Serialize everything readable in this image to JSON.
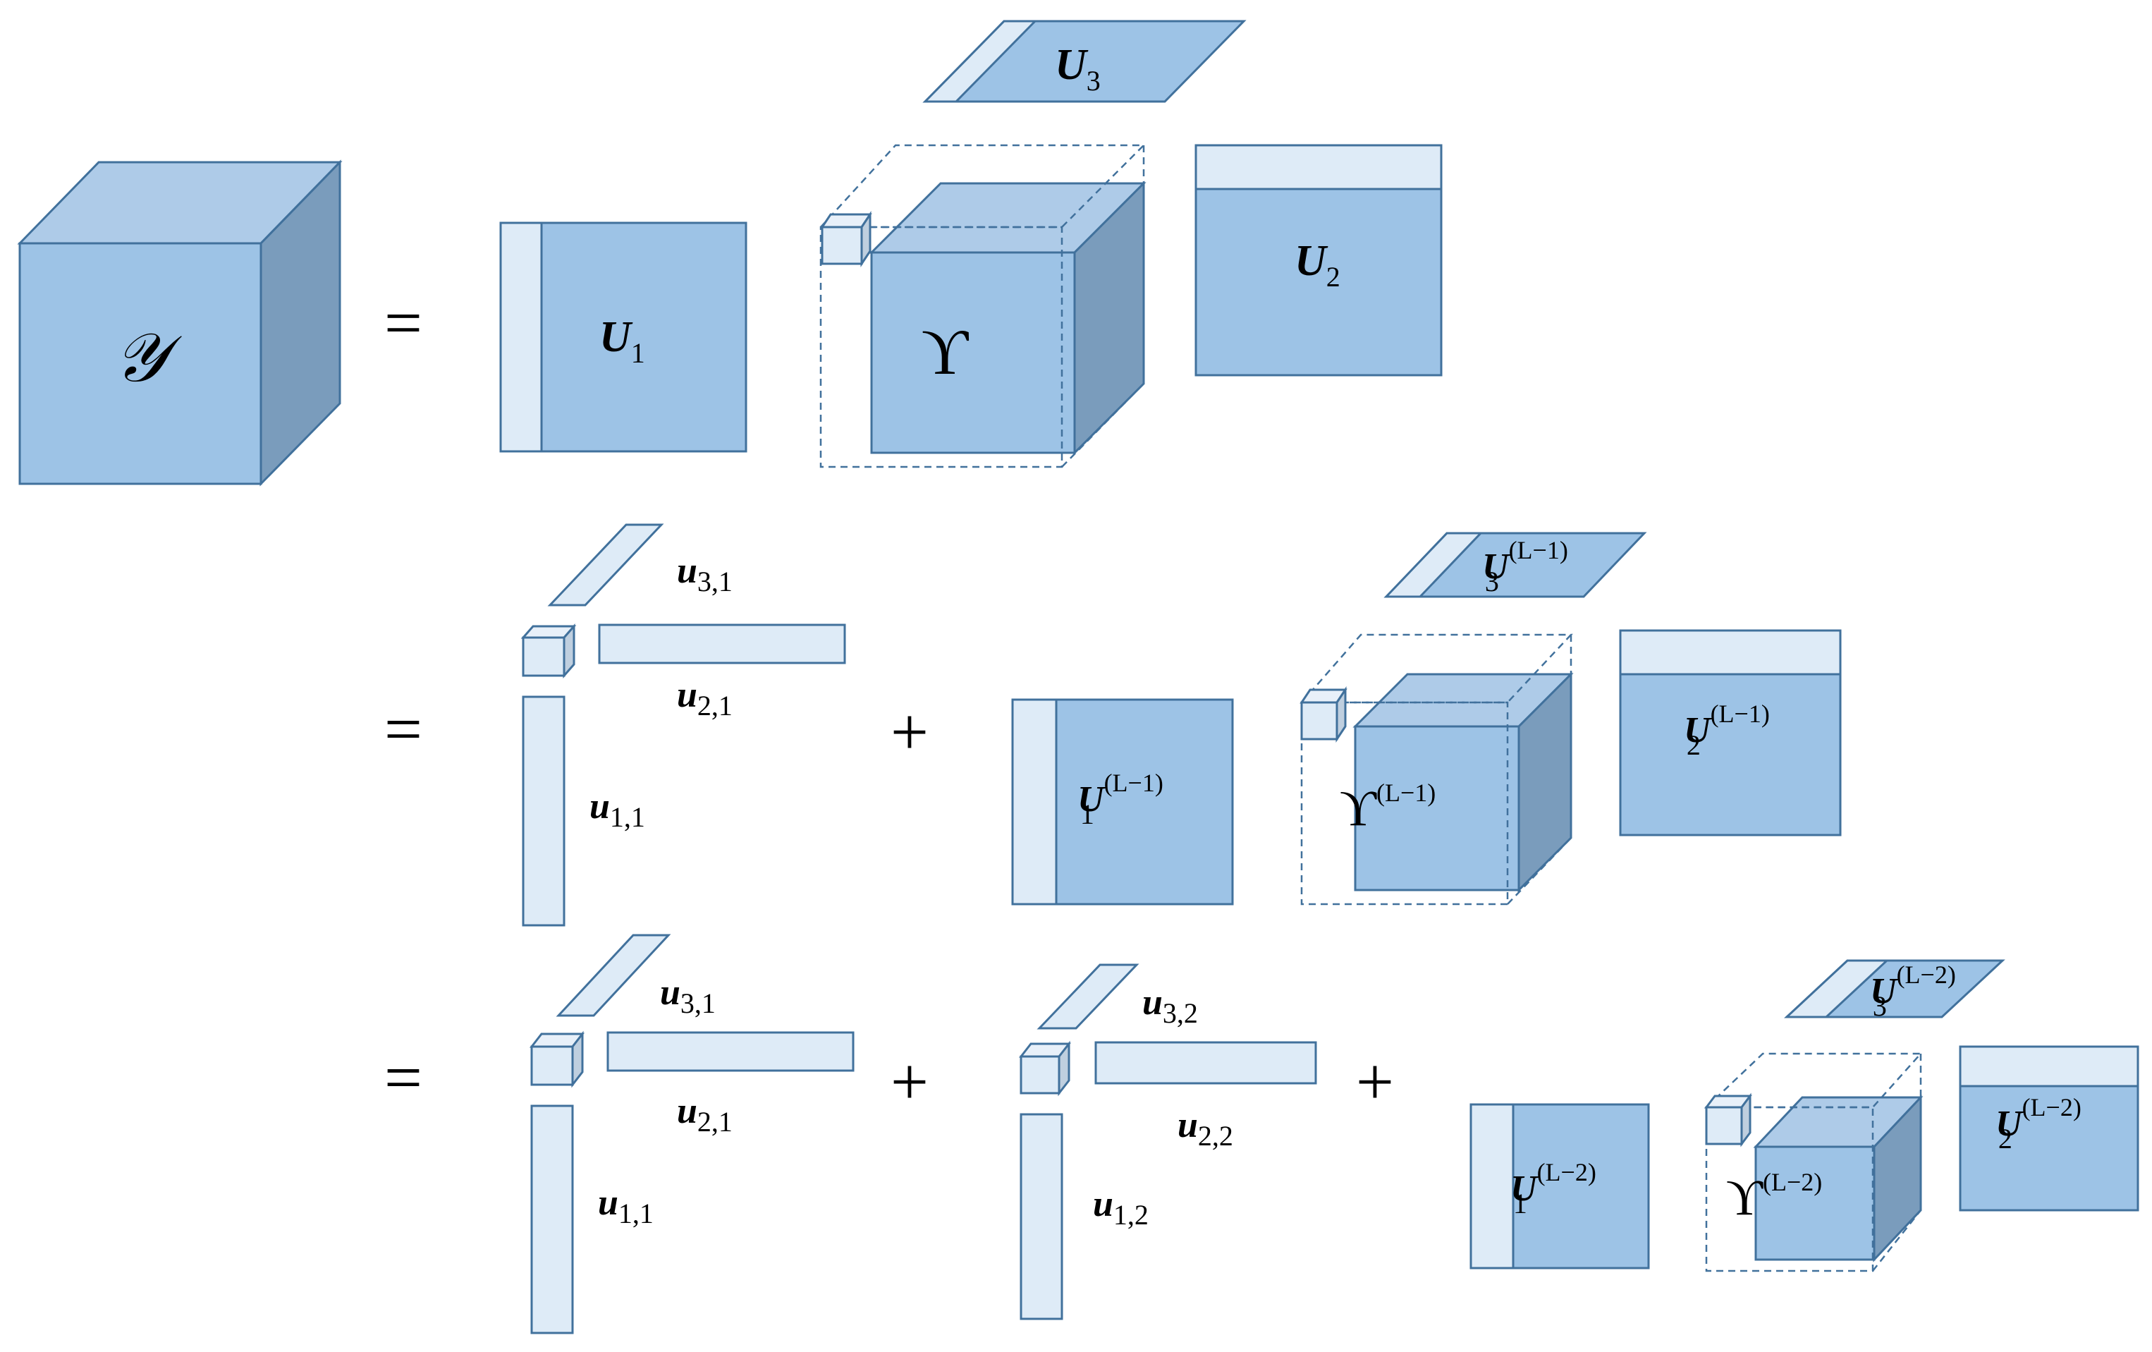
{
  "equation": {
    "tensor_symbol": "𝒴",
    "equals": "=",
    "plus": "+",
    "core_symbol": "ϒ",
    "row1": {
      "U1": {
        "base": "U",
        "sub": "1"
      },
      "U2": {
        "base": "U",
        "sub": "2"
      },
      "U3": {
        "base": "U",
        "sub": "3"
      }
    },
    "row2": {
      "u31": {
        "base": "u",
        "sub": "3,1"
      },
      "u21": {
        "base": "u",
        "sub": "2,1"
      },
      "u11": {
        "base": "u",
        "sub": "1,1"
      },
      "U1": {
        "base": "U",
        "sub": "1",
        "sup": "(L−1)"
      },
      "U2": {
        "base": "U",
        "sub": "2",
        "sup": "(L−1)"
      },
      "U3": {
        "base": "U",
        "sub": "3",
        "sup": "(L−1)"
      },
      "core_sup": "(L−1)"
    },
    "row3": {
      "u31": {
        "base": "u",
        "sub": "3,1"
      },
      "u21": {
        "base": "u",
        "sub": "2,1"
      },
      "u11": {
        "base": "u",
        "sub": "1,1"
      },
      "u32": {
        "base": "u",
        "sub": "3,2"
      },
      "u22": {
        "base": "u",
        "sub": "2,2"
      },
      "u12": {
        "base": "u",
        "sub": "1,2"
      },
      "U1": {
        "base": "U",
        "sub": "1",
        "sup": "(L−2)"
      },
      "U2": {
        "base": "U",
        "sub": "2",
        "sup": "(L−2)"
      },
      "U3": {
        "base": "U",
        "sub": "3",
        "sup": "(L−2)"
      },
      "core_sup": "(L−2)"
    }
  },
  "colors": {
    "fill_main": "#9dc3e6",
    "fill_light": "#deebf7",
    "fill_side": "#7a9cbc",
    "stroke": "#41719c"
  }
}
